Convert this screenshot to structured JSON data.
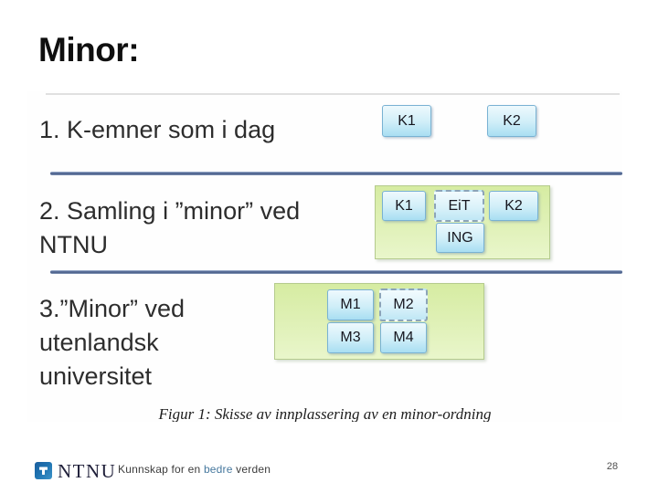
{
  "title": "Minor:",
  "figure": {
    "sections": [
      {
        "label": "1. K-emner som i dag",
        "boxes": [
          {
            "label": "K1",
            "style": "solid"
          },
          {
            "label": "K2",
            "style": "solid"
          }
        ]
      },
      {
        "label": "2. Samling i ”minor” ved NTNU",
        "boxes": [
          {
            "label": "K1",
            "style": "solid"
          },
          {
            "label": "EiT",
            "style": "dashed"
          },
          {
            "label": "K2",
            "style": "solid"
          },
          {
            "label": "ING",
            "style": "solid"
          }
        ]
      },
      {
        "label": "3.”Minor” ved utenlandsk universitet",
        "boxes": [
          {
            "label": "M1",
            "style": "solid"
          },
          {
            "label": "M2",
            "style": "dashed"
          },
          {
            "label": "M3",
            "style": "solid"
          },
          {
            "label": "M4",
            "style": "solid"
          }
        ]
      }
    ],
    "caption": "Figur 1: Skisse av innplassering av en minor-ordning"
  },
  "footer": {
    "logo_text": "NTNU",
    "logo_icon": "thor-hammer-icon",
    "tagline_prefix": "Kunnskap for en ",
    "tagline_highlight": "bedre",
    "tagline_suffix": " verden",
    "page_number": "28"
  },
  "colors": {
    "course_box_border": "#79b2d3",
    "course_box_fill": "#a8def2",
    "group_box_fill": "#dcefae",
    "group_box_border": "#b5cb8d",
    "separator_line": "#4d6390",
    "ntnu_blue": "#1e72b0",
    "tagline_highlight_color": "#46789e"
  }
}
